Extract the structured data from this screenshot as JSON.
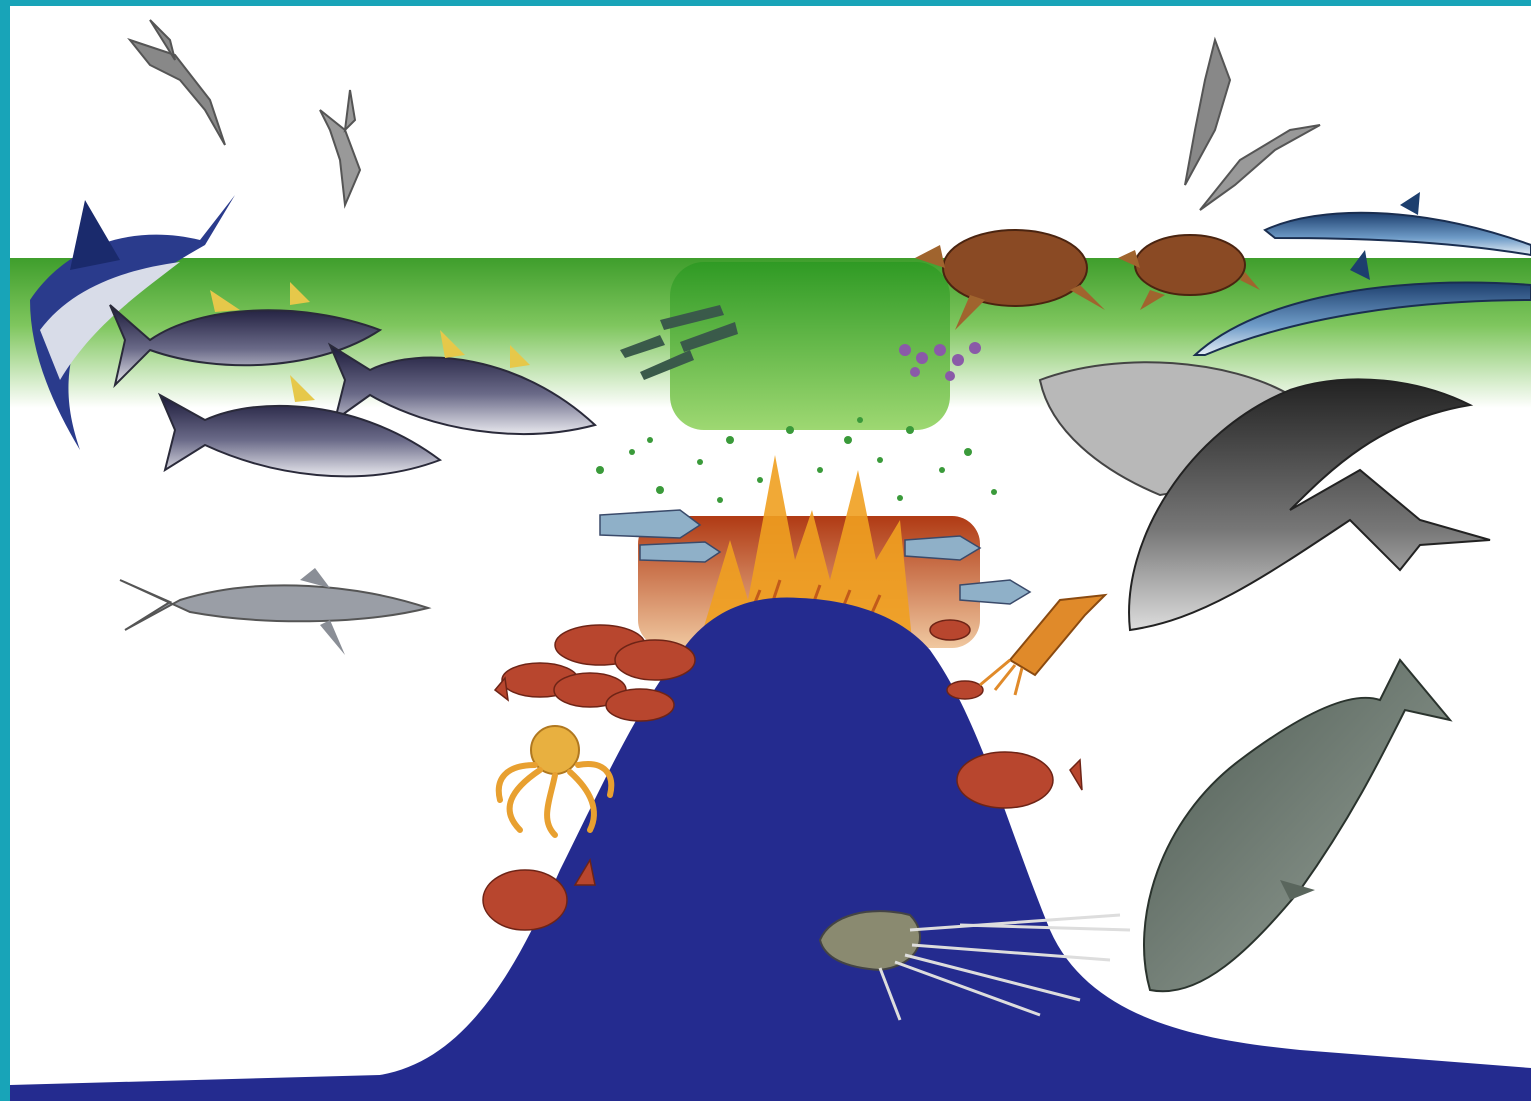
{
  "diagram": {
    "labels": [],
    "colors": {
      "frame": "#18a4b8",
      "background": "#ffffff",
      "photic_band": "#4aa832",
      "photic_band_fade": "#e8f4e0",
      "seamount": "#242b8f",
      "upwelling": "#a8431c",
      "flare": "#f0a020"
    },
    "elements": [
      {
        "kind": "bird",
        "count": 4
      },
      {
        "kind": "marlin",
        "count": 2
      },
      {
        "kind": "tuna",
        "count": 3
      },
      {
        "kind": "shark",
        "count": 1
      },
      {
        "kind": "baitfish",
        "count": 8
      },
      {
        "kind": "sea-turtle",
        "count": 2
      },
      {
        "kind": "dolphin",
        "count": 2
      },
      {
        "kind": "baleen-whale",
        "count": 2
      },
      {
        "kind": "red-fish",
        "count": 10
      },
      {
        "kind": "octopus",
        "count": 1
      },
      {
        "kind": "squid",
        "count": 2
      },
      {
        "kind": "sperm-whale",
        "count": 1
      },
      {
        "kind": "seamount",
        "count": 1
      },
      {
        "kind": "upwelling-plume",
        "count": 1
      }
    ]
  }
}
